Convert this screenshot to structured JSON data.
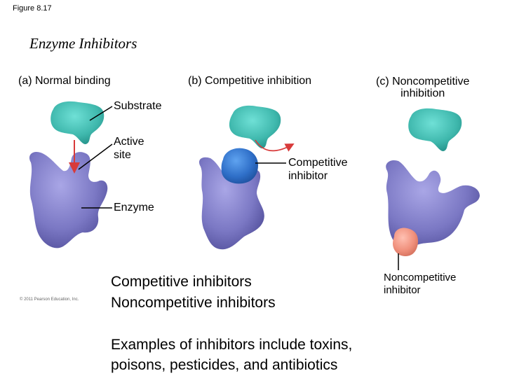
{
  "figure_label": "Figure 8.17",
  "title": "Enzyme Inhibitors",
  "panels": {
    "a": "(a) Normal binding",
    "b": "(b) Competitive inhibition",
    "c_line1": "(c) Noncompetitive",
    "c_line2": "inhibition"
  },
  "labels": {
    "substrate": "Substrate",
    "active_site_line1": "Active",
    "active_site_line2": "site",
    "competitive_inhibitor_line1": "Competitive",
    "competitive_inhibitor_line2": "inhibitor",
    "enzyme": "Enzyme",
    "noncompetitive_inhibitor_line1": "Noncompetitive",
    "noncompetitive_inhibitor_line2": "inhibitor"
  },
  "copyright": "© 2011 Pearson Education, Inc.",
  "list": [
    "Competitive inhibitors",
    "Noncompetitive inhibitors"
  ],
  "examples_line1": "Examples of inhibitors include toxins,",
  "examples_line2": "poisons, pesticides, and antibiotics",
  "colors": {
    "enzyme": "#7b78c4",
    "substrate": "#3fb8ad",
    "competitive_inhibitor": "#2f6fc8",
    "noncompetitive_inhibitor": "#f0907c",
    "arrow": "#d83a3a"
  }
}
